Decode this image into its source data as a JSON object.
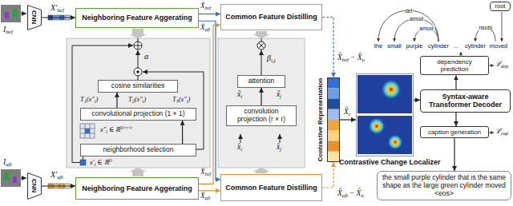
{
  "diagram": {
    "nodes": [
      {
        "text": [
          "CNN"
        ]
      },
      {
        "text": [
          "Neighboring Feature Aggerating"
        ]
      },
      {
        "text": [
          "Common Feature Distilling"
        ]
      },
      {
        "text": [
          "cosine similarities"
        ]
      },
      {
        "text": [
          "convolutional projection (1 × 1)"
        ]
      },
      {
        "text": [
          "neighborhood selection"
        ]
      },
      {
        "text": [
          "attention"
        ]
      },
      {
        "text": [
          "convolution projection (r × r)"
        ]
      },
      {
        "text": [
          "CNN"
        ]
      },
      {
        "text": [
          "Neighboring Feature Aggerating"
        ]
      },
      {
        "text": [
          "Common Feature Distilling"
        ]
      },
      {
        "text": [
          "Contrastive Representation"
        ]
      },
      {
        "text": [
          "Contrastive Change Localizer"
        ]
      },
      {
        "text": [
          "root"
        ]
      },
      {
        "text": [
          "dependency prediction"
        ]
      },
      {
        "text": [
          "Syntax-aware Transformer Decoder"
        ]
      },
      {
        "text": [
          "caption generation"
        ]
      },
      {
        "text": [
          "the small purple cylinder that is the same shape as the large green cylinder moved <eos>"
        ]
      }
    ],
    "edges": [
      {
        "from": 0,
        "to": 1,
        "arrow": "to"
      },
      {
        "from": 1,
        "to": 2,
        "arrow": "to"
      },
      {
        "from": 1,
        "to": 10,
        "arrow": "to"
      },
      {
        "from": 9,
        "to": 2,
        "arrow": "to"
      },
      {
        "from": 8,
        "to": 9,
        "arrow": "to"
      },
      {
        "from": 9,
        "to": 10,
        "arrow": "to"
      },
      {
        "from": 2,
        "to": 11,
        "arrow": "to"
      },
      {
        "from": 10,
        "to": 11,
        "arrow": "to"
      },
      {
        "from": 11,
        "to": 12,
        "arrow": "to"
      },
      {
        "from": 12,
        "to": 15,
        "arrow": "to"
      },
      {
        "from": 15,
        "to": 14,
        "arrow": "to"
      },
      {
        "from": 15,
        "to": 16,
        "arrow": "to"
      },
      {
        "from": 16,
        "to": 17,
        "arrow": "to"
      },
      {
        "from": 5,
        "to": 4,
        "arrow": "to"
      },
      {
        "from": 4,
        "to": 3,
        "arrow": "to"
      },
      {
        "from": 7,
        "to": 6,
        "arrow": "to"
      }
    ],
    "labels": [
      "I",
      "bef",
      "X′",
      "bef",
      "X̂",
      "bef",
      "X̂",
      "aft",
      "I",
      "aft",
      "X′",
      "aft",
      "X̂",
      "bef",
      "X̂",
      "aft",
      "α",
      "T",
      "1",
      "(x″",
      "i",
      ")",
      "T",
      "2",
      "(x″",
      "i",
      ")",
      "T",
      "3",
      "(x″",
      "i",
      ")",
      "x″",
      "i",
      "∈ ℝ",
      "D×r×r",
      "x′",
      "i",
      "∈ ℝ",
      "D",
      "β",
      "i,j",
      "x̃",
      "i",
      "x̃",
      "j",
      "x̂",
      "i",
      "x̂",
      "j",
      "X̂",
      "bef",
      "− X̂",
      "u",
      "X̂",
      "c",
      "X̂",
      "aft",
      "− X̂",
      "u",
      "the",
      "small",
      "purple",
      "cylinder",
      "...",
      "cylinder",
      "moved",
      "det",
      "amod",
      "amod",
      "nsubj",
      "ℒ",
      "dep",
      "ℒ",
      "cap"
    ]
  }
}
